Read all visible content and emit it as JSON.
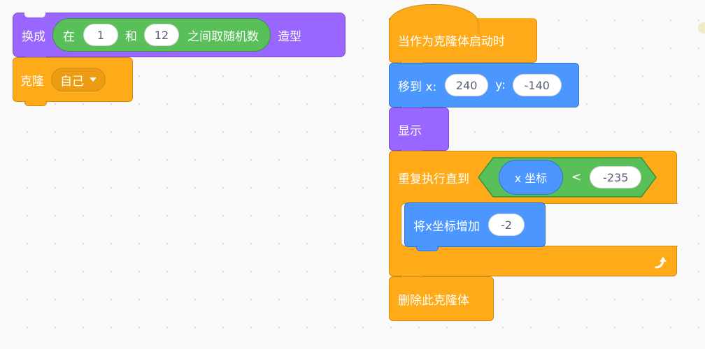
{
  "costume_block": {
    "switch_label": "换成",
    "pick_random": {
      "prefix": "在",
      "from": "1",
      "and": "和",
      "to": "12",
      "suffix": "之间取随机数"
    },
    "costume_label": "造型"
  },
  "clone_block": {
    "label": "克隆",
    "target": "自己"
  },
  "clone_script": {
    "hat_label": "当作为克隆体启动时",
    "goto": {
      "label": "移到 x:",
      "x": "240",
      "y_label": "y:",
      "y": "-140"
    },
    "show_label": "显示",
    "repeat_until": {
      "label": "重复执行直到",
      "condition": {
        "reporter": "x 坐标",
        "operator": "<",
        "value": "-235"
      }
    },
    "change_x": {
      "label": "将x坐标增加",
      "value": "-2"
    },
    "delete_label": "删除此克隆体"
  },
  "colors": {
    "looks": "#9966ff",
    "control": "#ffab19",
    "motion": "#4c97ff",
    "operators": "#59c059",
    "workspace": "#f9f9f9"
  },
  "icons": [
    "dropdown-caret-icon",
    "loop-arrow-icon"
  ]
}
